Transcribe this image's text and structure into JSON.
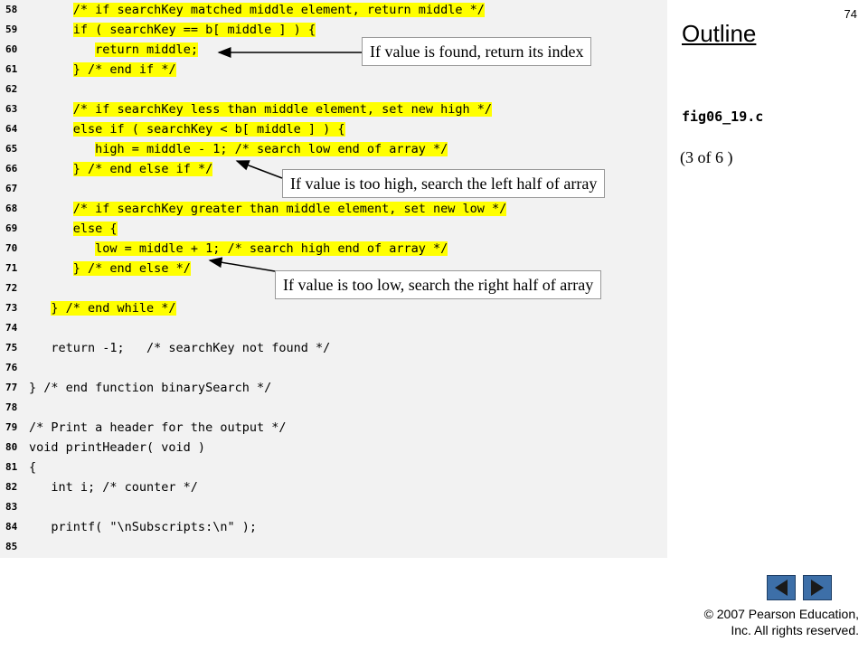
{
  "slide": {
    "page_number": "74",
    "outline_title": "Outline",
    "figure_name": "fig06_19.c",
    "part_label": "(3 of 6 )",
    "copyright_line1": "© 2007 Pearson Education,",
    "copyright_line2": "Inc.  All rights reserved."
  },
  "callouts": [
    "If value is found, return its index",
    "If value is too high, search the left half of array",
    "If value is too low, search the right half of array"
  ],
  "code_lines": [
    {
      "n": "58",
      "text": "      /* if searchKey matched middle element, return middle */",
      "hl": true
    },
    {
      "n": "59",
      "text": "      if ( searchKey == b[ middle ] ) {",
      "hl": true
    },
    {
      "n": "60",
      "text": "         return middle;",
      "hl": true
    },
    {
      "n": "61",
      "text": "      } /* end if */",
      "hl": true
    },
    {
      "n": "62",
      "text": "",
      "hl": false
    },
    {
      "n": "63",
      "text": "      /* if searchKey less than middle element, set new high */",
      "hl": true
    },
    {
      "n": "64",
      "text": "      else if ( searchKey < b[ middle ] ) {",
      "hl": true
    },
    {
      "n": "65",
      "text": "         high = middle - 1; /* search low end of array */",
      "hl": true
    },
    {
      "n": "66",
      "text": "      } /* end else if */",
      "hl": true
    },
    {
      "n": "67",
      "text": "",
      "hl": false
    },
    {
      "n": "68",
      "text": "      /* if searchKey greater than middle element, set new low */",
      "hl": true
    },
    {
      "n": "69",
      "text": "      else {",
      "hl": true
    },
    {
      "n": "70",
      "text": "         low = middle + 1; /* search high end of array */",
      "hl": true
    },
    {
      "n": "71",
      "text": "      } /* end else */",
      "hl": true
    },
    {
      "n": "72",
      "text": "",
      "hl": false
    },
    {
      "n": "73",
      "text": "   } /* end while */",
      "hl": true
    },
    {
      "n": "74",
      "text": "",
      "hl": false
    },
    {
      "n": "75",
      "text": "   return -1;   /* searchKey not found */",
      "hl": false
    },
    {
      "n": "76",
      "text": "",
      "hl": false
    },
    {
      "n": "77",
      "text": "} /* end function binarySearch */",
      "hl": false
    },
    {
      "n": "78",
      "text": "",
      "hl": false
    },
    {
      "n": "79",
      "text": "/* Print a header for the output */",
      "hl": false
    },
    {
      "n": "80",
      "text": "void printHeader( void )",
      "hl": false
    },
    {
      "n": "81",
      "text": "{",
      "hl": false
    },
    {
      "n": "82",
      "text": "   int i; /* counter */",
      "hl": false
    },
    {
      "n": "83",
      "text": "",
      "hl": false
    },
    {
      "n": "84",
      "text": "   printf( \"\\nSubscripts:\\n\" );",
      "hl": false
    },
    {
      "n": "85",
      "text": "",
      "hl": false
    }
  ],
  "nav": {
    "prev_icon": "triangle-left-icon",
    "next_icon": "triangle-right-icon"
  },
  "colors": {
    "highlight": "#ffff00",
    "code_bg": "#f2f2f2",
    "nav_button": "#3d6fa8"
  }
}
